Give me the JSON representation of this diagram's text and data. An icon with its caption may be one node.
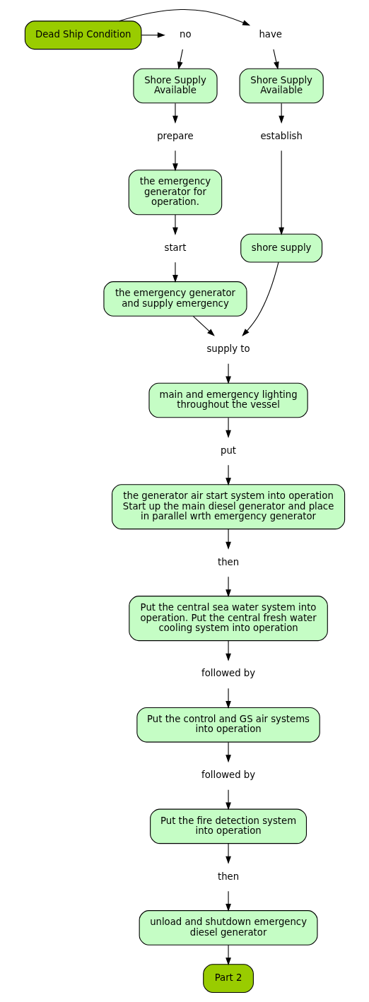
{
  "diagram": {
    "nodes": [
      {
        "text": [
          "Dead Ship Condition"
        ]
      },
      {
        "text": [
          "have"
        ]
      },
      {
        "text": [
          "no"
        ]
      },
      {
        "text": [
          "Shore Supply Available"
        ]
      },
      {
        "text": [
          "Shore Supply Available"
        ]
      },
      {
        "text": [
          "establish"
        ]
      },
      {
        "text": [
          "prepare"
        ]
      },
      {
        "text": [
          "the emergency generator for operation."
        ]
      },
      {
        "text": [
          "shore supply"
        ]
      },
      {
        "text": [
          "start"
        ]
      },
      {
        "text": [
          "the emergency generator and supply emergency"
        ]
      },
      {
        "text": [
          "supply to"
        ]
      },
      {
        "text": [
          "main and emergency lighting throughout the vessel"
        ]
      },
      {
        "text": [
          "put"
        ]
      },
      {
        "text": [
          "the generator air start system into operation Start up the main diesel generator and place in parallel wrth emergency generator"
        ]
      },
      {
        "text": [
          "then"
        ]
      },
      {
        "text": [
          "Put the central sea water system into operation. Put the central fresh water cooling system into operation"
        ]
      },
      {
        "text": [
          "followed by"
        ]
      },
      {
        "text": [
          "Put the control and GS air systems into operation"
        ]
      },
      {
        "text": [
          "followed by"
        ]
      },
      {
        "text": [
          "Put the fire detection system into operation"
        ]
      },
      {
        "text": [
          "then"
        ]
      },
      {
        "text": [
          "unload and shutdown emergency diesel generator"
        ]
      },
      {
        "text": [
          "Part 2"
        ]
      }
    ],
    "edges": [
      {
        "from": 0,
        "to": 1,
        "arrow": "to"
      },
      {
        "from": 0,
        "to": 2,
        "arrow": "to"
      },
      {
        "from": 1,
        "to": 3,
        "arrow": "to"
      },
      {
        "from": 2,
        "to": 4,
        "arrow": "to"
      },
      {
        "from": 3,
        "to": 5,
        "arrow": "to"
      },
      {
        "from": 5,
        "to": 8,
        "arrow": "to"
      },
      {
        "from": 4,
        "to": 6,
        "arrow": "to"
      },
      {
        "from": 6,
        "to": 7,
        "arrow": "to"
      },
      {
        "from": 7,
        "to": 9,
        "arrow": "to"
      },
      {
        "from": 9,
        "to": 10,
        "arrow": "to"
      },
      {
        "from": 8,
        "to": 11,
        "arrow": "to"
      },
      {
        "from": 10,
        "to": 11,
        "arrow": "to"
      },
      {
        "from": 11,
        "to": 12,
        "arrow": "to"
      },
      {
        "from": 12,
        "to": 13,
        "arrow": "to"
      },
      {
        "from": 13,
        "to": 14,
        "arrow": "to"
      },
      {
        "from": 14,
        "to": 15,
        "arrow": "to"
      },
      {
        "from": 15,
        "to": 16,
        "arrow": "to"
      },
      {
        "from": 16,
        "to": 17,
        "arrow": "to"
      },
      {
        "from": 17,
        "to": 18,
        "arrow": "to"
      },
      {
        "from": 18,
        "to": 19,
        "arrow": "to"
      },
      {
        "from": 19,
        "to": 20,
        "arrow": "to"
      },
      {
        "from": 20,
        "to": 21,
        "arrow": "to"
      },
      {
        "from": 21,
        "to": 22,
        "arrow": "to"
      },
      {
        "from": 22,
        "to": 23,
        "arrow": "to"
      }
    ]
  }
}
